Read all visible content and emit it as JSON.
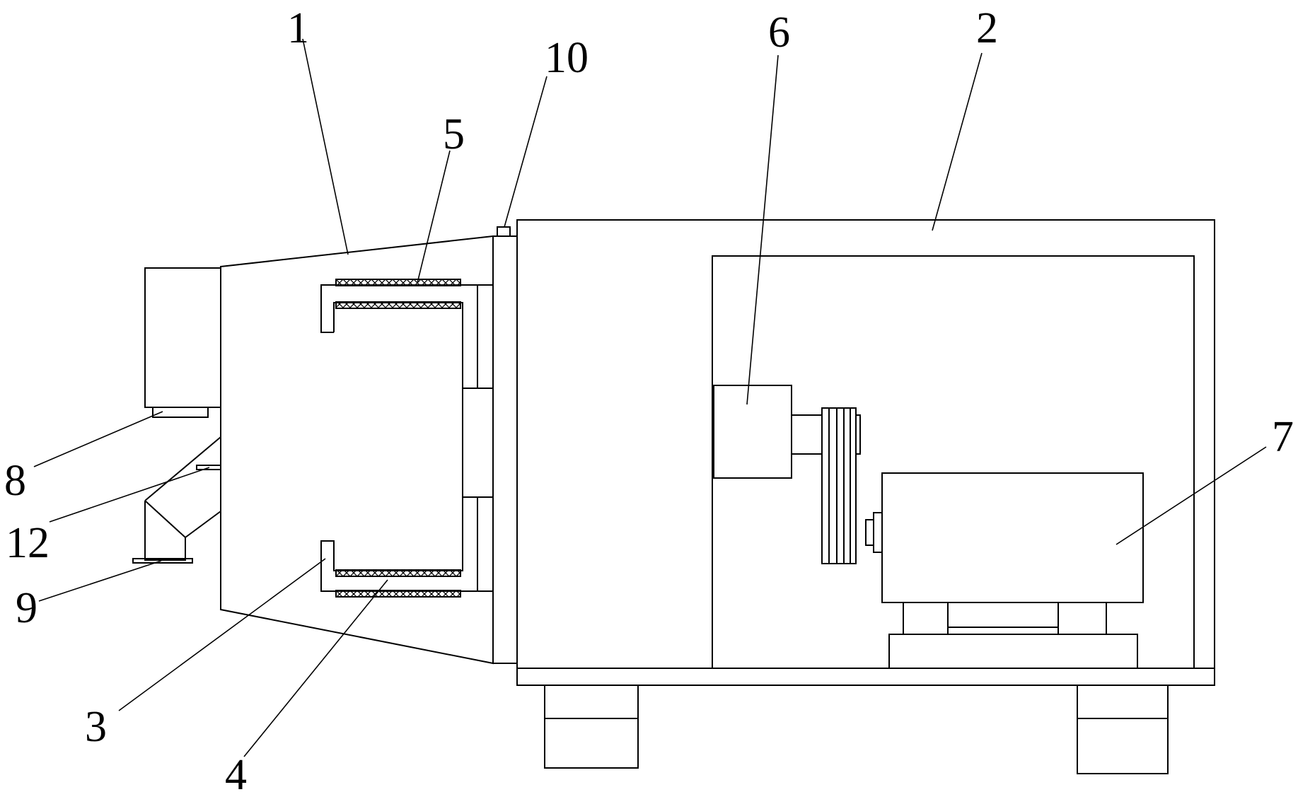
{
  "labels": {
    "l1": "1",
    "l2": "2",
    "l3": "3",
    "l4": "4",
    "l5": "5",
    "l6": "6",
    "l7": "7",
    "l8": "8",
    "l9": "9",
    "l10": "10",
    "l12": "12"
  },
  "style": {
    "stroke_color": "#000000",
    "background": "#ffffff"
  }
}
